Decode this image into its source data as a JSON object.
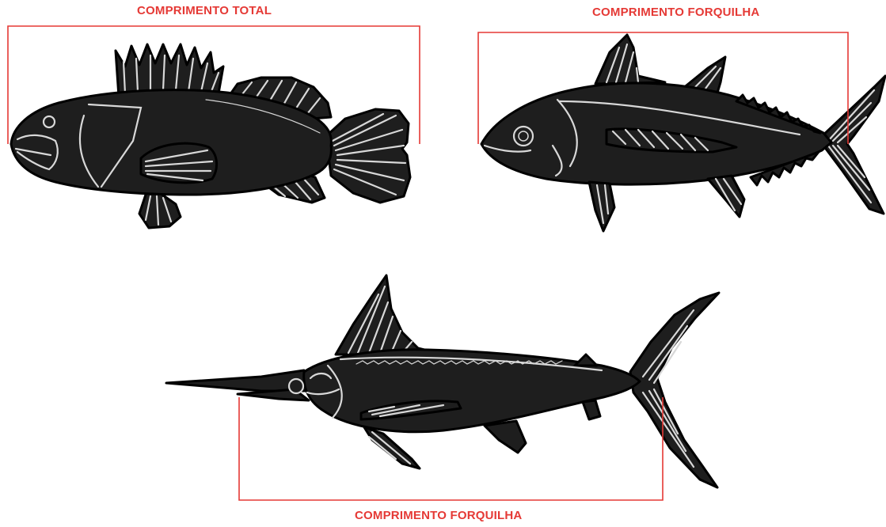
{
  "colors": {
    "measure": "#e53935",
    "body": "#1e1e1e",
    "outline": "#000000",
    "detail": "#d8d8d8",
    "background": "#ffffff"
  },
  "labels": {
    "total_length": "COMPRIMENTO TOTAL",
    "fork_length_top": "COMPRIMENTO FORQUILHA",
    "fork_length_bottom": "COMPRIMENTO FORQUILHA"
  }
}
